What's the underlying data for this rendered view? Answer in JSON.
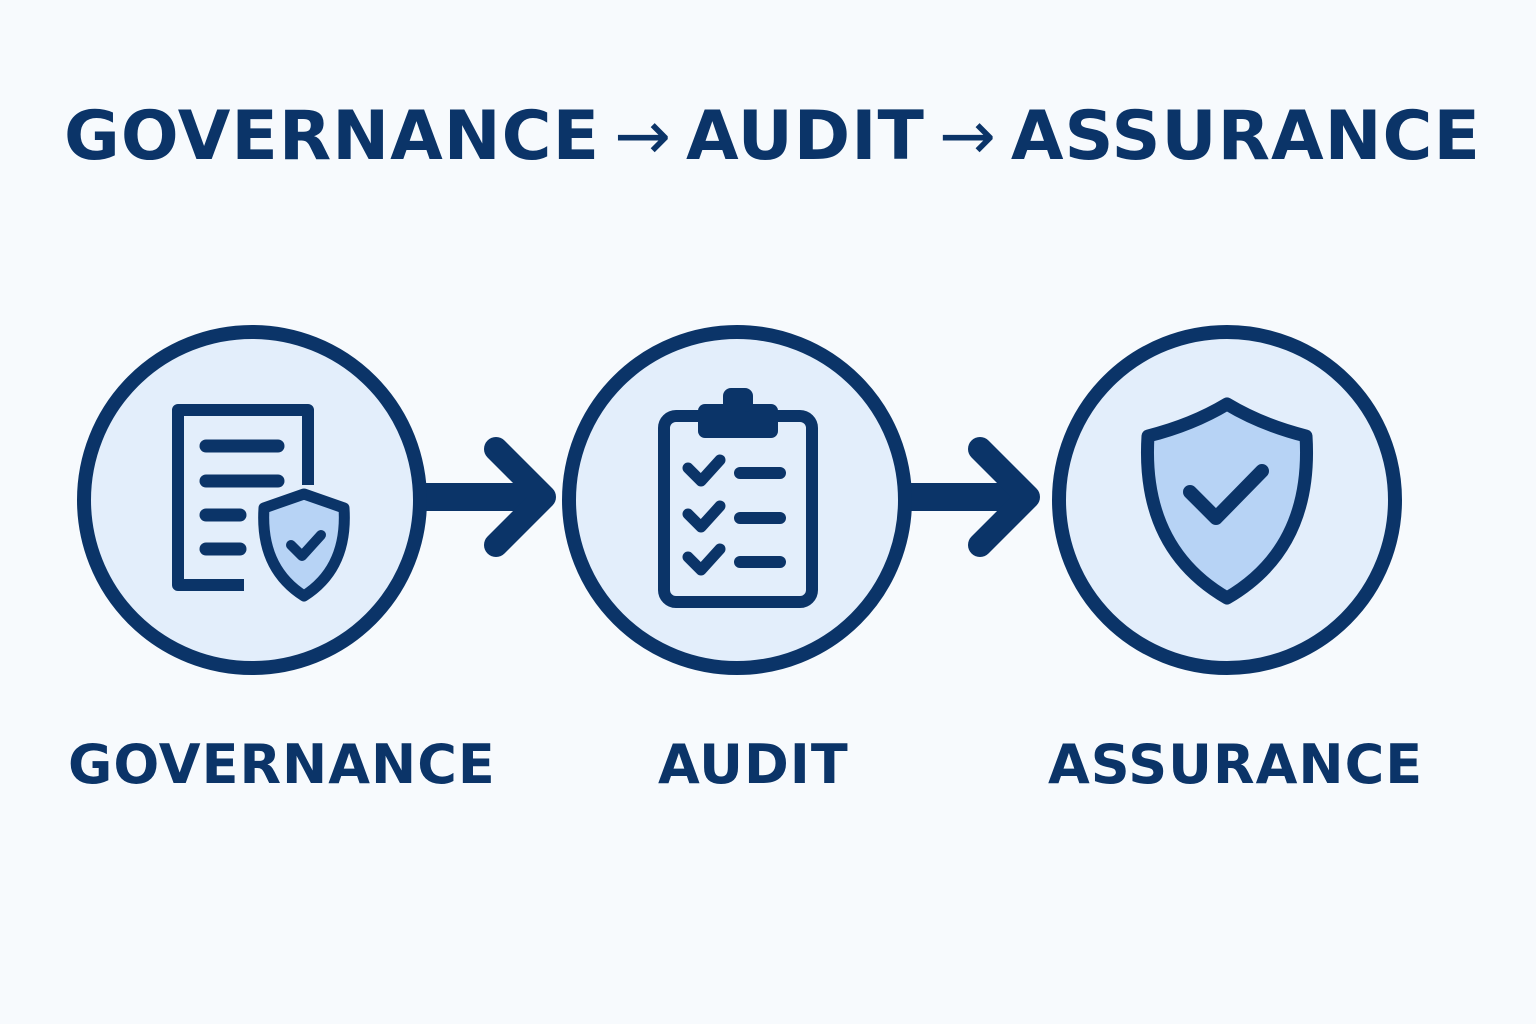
{
  "title": {
    "part1": "GOVERNANCE",
    "arrow": "→",
    "part2": "AUDIT",
    "part3": "ASSURANCE"
  },
  "stages": [
    {
      "label": "GOVERNANCE",
      "icon": "document-shield-icon"
    },
    {
      "label": "AUDIT",
      "icon": "clipboard-checklist-icon"
    },
    {
      "label": "ASSURANCE",
      "icon": "shield-check-icon"
    }
  ],
  "colors": {
    "navy": "#0b3468",
    "circle_fill": "#e3eefb",
    "accent_fill": "#b7d3f5",
    "background": "#f7fafd"
  }
}
